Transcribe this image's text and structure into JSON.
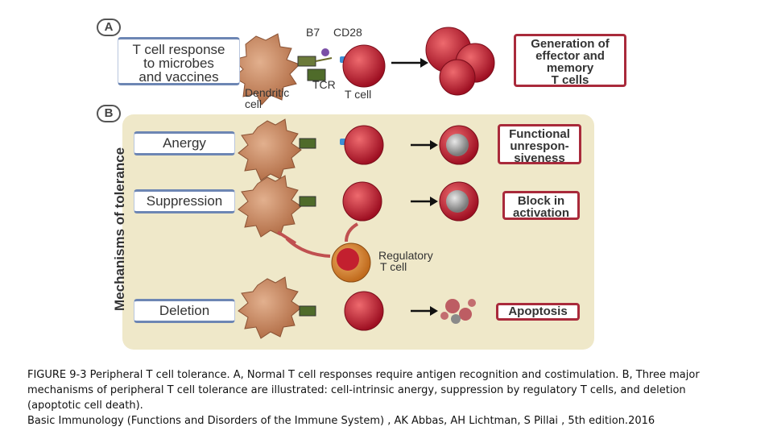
{
  "panels": {
    "a_letter": "A",
    "b_letter": "B"
  },
  "panel_a": {
    "response_label": [
      "T cell response",
      "to microbes",
      "and vaccines"
    ],
    "labels": {
      "b7": "B7",
      "cd28": "CD28",
      "tcr": "TCR",
      "dendritic": [
        "Dendritic",
        "cell"
      ],
      "t_cell": "T cell"
    },
    "outcome": [
      "Generation of",
      "effector and",
      "memory",
      "T cells"
    ]
  },
  "panel_b": {
    "side_label": "Mechanisms of tolerance",
    "rows": [
      {
        "label": "Anergy",
        "outcome": [
          "Functional",
          "unrespon-",
          "siveness"
        ]
      },
      {
        "label": "Suppression",
        "outcome": [
          "Block in",
          "activation"
        ]
      },
      {
        "label": "Deletion",
        "outcome": [
          "Apoptosis"
        ]
      }
    ],
    "regulatory_label": [
      "Regulatory",
      "T cell"
    ]
  },
  "caption": {
    "lines": [
      "FIGURE 9-3 Peripheral T cell tolerance. A, Normal T cell responses require antigen recognition and costimulation. B, Three major",
      "mechanisms of peripheral T cell tolerance are illustrated: cell-intrinsic anergy, suppression by regulatory T cells, and deletion",
      "(apoptotic cell death).",
      "Basic Immunology (Functions and Disorders of the Immune System) , AK Abbas, AH Lichtman, S Pillai , 5th edition.2016"
    ]
  },
  "colors": {
    "dendritic": "#c98a62",
    "t_cell": "#c3202f",
    "outcome_border": "#a92a3b",
    "label_border": "#6d86b4",
    "background": "#efe8c9"
  }
}
